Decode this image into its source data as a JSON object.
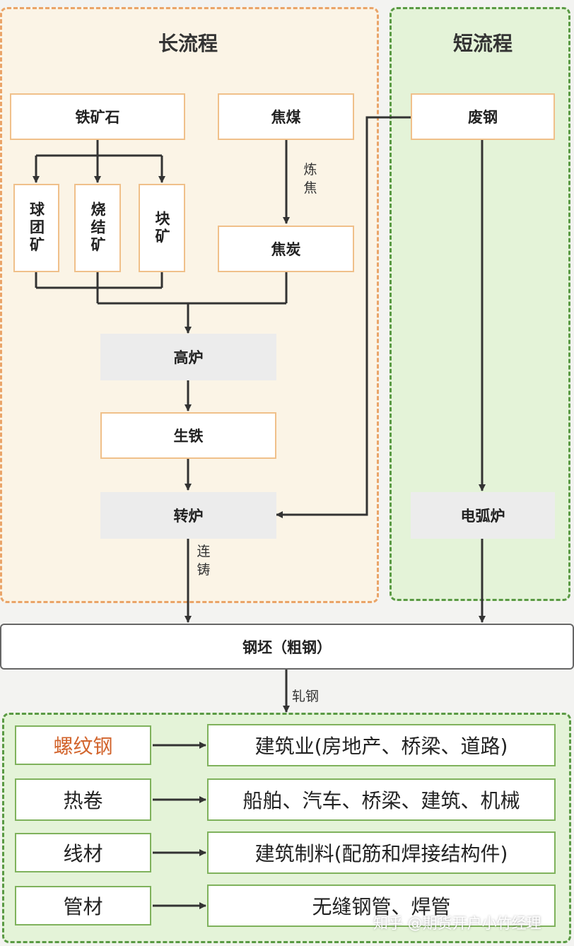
{
  "long_process": {
    "title": "长流程",
    "iron_ore": "铁矿石",
    "coking_coal": "焦煤",
    "pellet": "球团矿",
    "sinter": "烧结矿",
    "lump_ore": "块矿",
    "coking": "炼焦",
    "coke": "焦炭",
    "blast_furnace": "高炉",
    "pig_iron": "生铁",
    "converter": "转炉",
    "continuous_casting": "连铸"
  },
  "short_process": {
    "title": "短流程",
    "scrap_steel": "废钢",
    "eaf": "电弧炉"
  },
  "billet": "钢坯（粗钢）",
  "rolling": "轧钢",
  "products": [
    {
      "name": "螺纹钢",
      "use": "建筑业(房地产、桥梁、道路)"
    },
    {
      "name": "热卷",
      "use": "船舶、汽车、桥梁、建筑、机械"
    },
    {
      "name": "线材",
      "use": "建筑制料(配筋和焊接结构件)"
    },
    {
      "name": "管材",
      "use": "无缝钢管、焊管"
    }
  ],
  "watermark": "知乎 @期货开户小竹经理",
  "colors": {
    "long_panel_border": "#eaa468",
    "long_panel_fill": "#fbf4e6",
    "short_panel_border": "#5a9a44",
    "short_panel_fill": "#e4f3d8",
    "highlight_text": "#d2642c"
  }
}
